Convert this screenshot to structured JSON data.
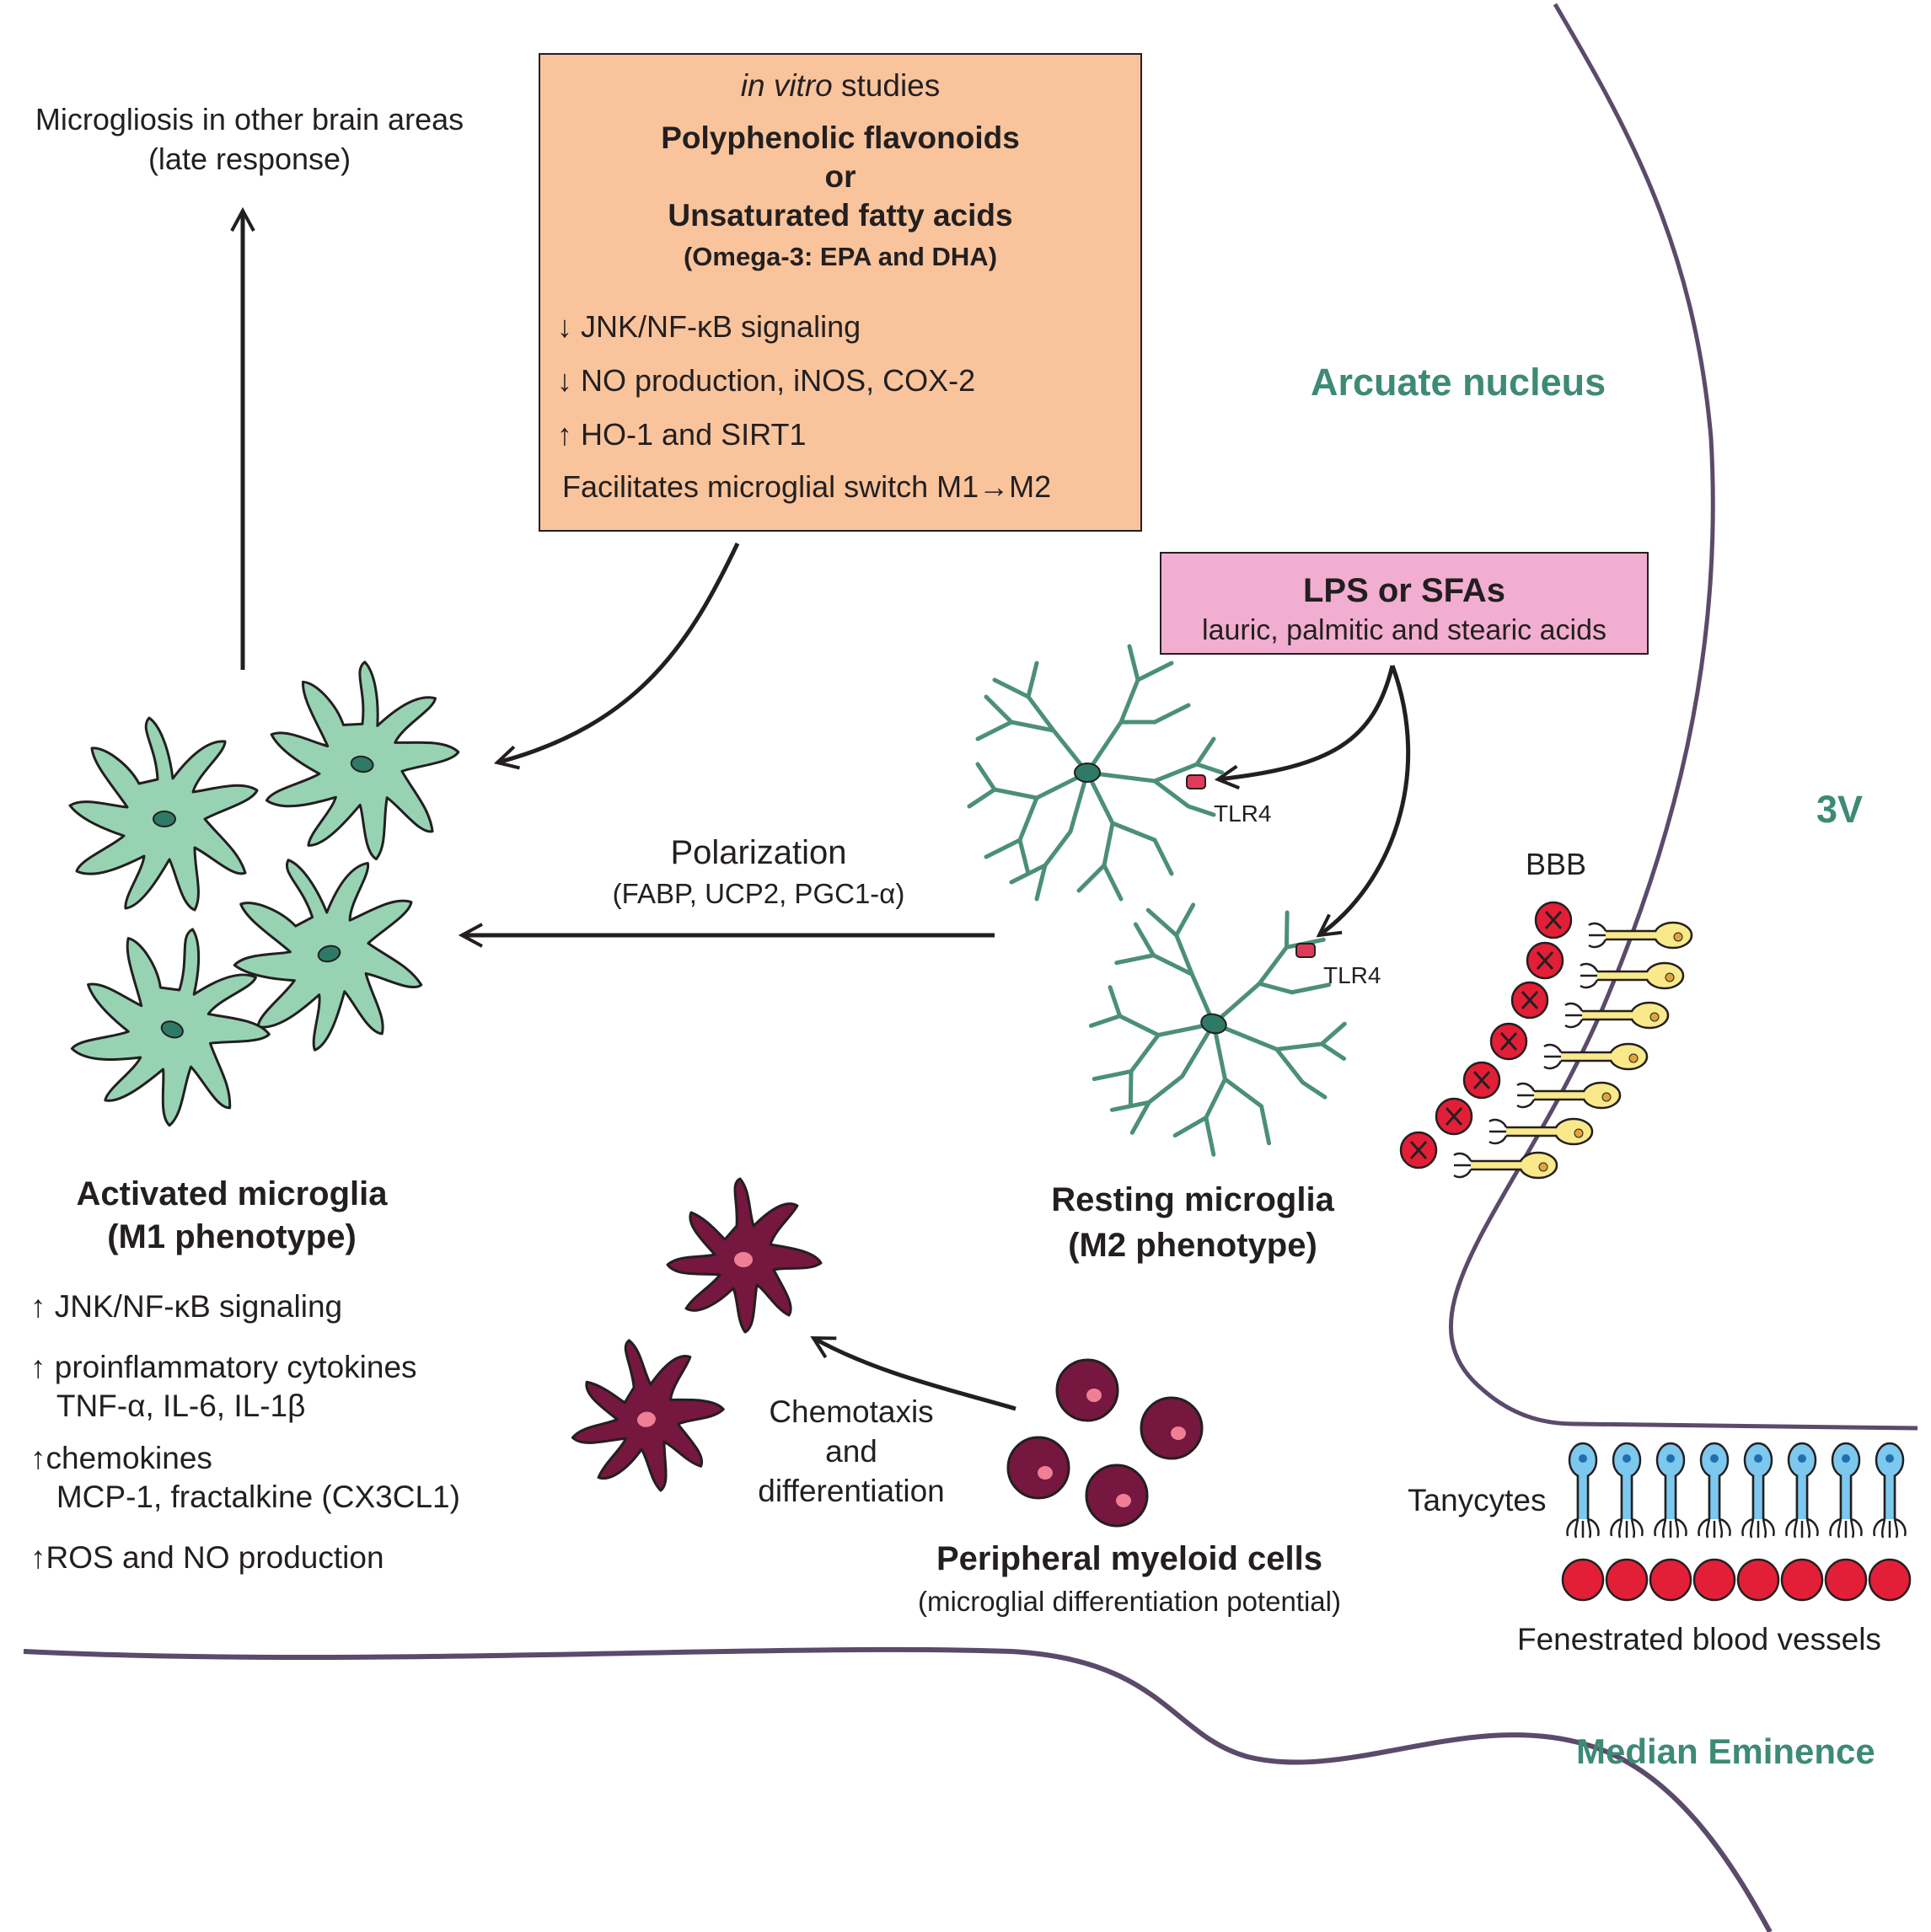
{
  "top_left": {
    "line1": "Microgliosis in other brain areas",
    "line2": "(late response)"
  },
  "in_vitro_box": {
    "header_italic": "in vitro",
    "header_rest": " studies",
    "title1": "Polyphenolic flavonoids",
    "title2": "or",
    "title3": "Unsaturated fatty acids",
    "title4": "(Omega-3: EPA and DHA)",
    "items": [
      {
        "arrow": "↓",
        "text": "JNK/NF-κB signaling"
      },
      {
        "arrow": "↓",
        "text": "NO production, iNOS, COX-2"
      },
      {
        "arrow": "↑",
        "text": "HO-1 and SIRT1"
      }
    ],
    "last_prefix": "Facilitates microglial switch M1",
    "last_arrow": "→",
    "last_suffix": "M2"
  },
  "regions": {
    "arcuate": "Arcuate nucleus",
    "third_ventricle": "3V",
    "median_eminence": "Median Eminence"
  },
  "lps_box": {
    "title": "LPS or SFAs",
    "subtitle": "lauric, palmitic and stearic acids"
  },
  "receptor": {
    "tlr4_a": "TLR4",
    "tlr4_b": "TLR4"
  },
  "polarization": {
    "title": "Polarization",
    "subtitle": "(FABP, UCP2, PGC1-α)"
  },
  "bbb": "BBB",
  "activated": {
    "title1": "Activated microglia",
    "title2": "(M1 phenotype)",
    "effects": [
      {
        "arrow": "↑",
        "line1": "JNK/NF-κB signaling",
        "line2": ""
      },
      {
        "arrow": "↑",
        "line1": "proinflammatory cytokines",
        "line2": "TNF-α, IL-6, IL-1β"
      },
      {
        "arrow": "↑",
        "line1": "chemokines",
        "line2": "MCP-1, fractalkine (CX3CL1)"
      },
      {
        "arrow": "↑",
        "line1": "ROS and NO production",
        "line2": ""
      }
    ]
  },
  "resting": {
    "title1": "Resting microglia",
    "title2": "(M2 phenotype)"
  },
  "chemotaxis": {
    "line1": "Chemotaxis",
    "line2": "and",
    "line3": "differentiation"
  },
  "myeloid": {
    "title": "Peripheral myeloid cells",
    "subtitle": "(microglial differentiation potential)"
  },
  "tanycytes": "Tanycytes",
  "vessels": "Fenestrated blood vessels",
  "colors": {
    "m1_fill": "#97d3b3",
    "m1_nucleus": "#2e7a66",
    "m2_stroke": "#2e2e2e",
    "m2_fill": "#a9dcc2",
    "myeloid_fill": "#75173f",
    "myeloid_nucleus": "#f07f95",
    "bbb_red": "#e21f37",
    "tanycyte_yellow": "#f9e98a",
    "tanycyte_blue": "#7cc8ef",
    "boundary": "#5b4a6b",
    "teal_text": "#3d8a75",
    "orange_box": "#f9c49c",
    "pink_box": "#f2aed0"
  },
  "icons": [
    "m1-microglia-icon",
    "m2-microglia-icon",
    "myeloid-cell-icon",
    "tanycyte-icon",
    "blood-vessel-icon",
    "tlr4-receptor-icon",
    "bbb-blocked-icon"
  ]
}
